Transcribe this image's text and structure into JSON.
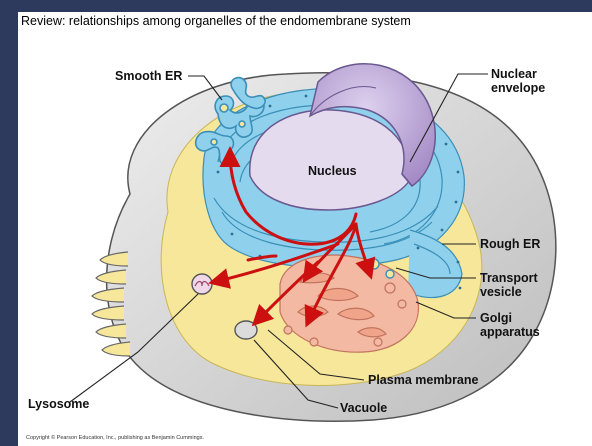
{
  "slide": {
    "title": "Review: relationships among organelles of the endomembrane system",
    "copyright": "Copyright © Pearson Education, Inc., publishing as Benjamin Cummings."
  },
  "labels": {
    "smooth_er": "Smooth ER",
    "nuclear_envelope_1": "Nuclear",
    "nuclear_envelope_2": "envelope",
    "nucleus": "Nucleus",
    "rough_er": "Rough ER",
    "transport_vesicle_1": "Transport",
    "transport_vesicle_2": "vesicle",
    "golgi_1": "Golgi",
    "golgi_2": "apparatus",
    "plasma_membrane": "Plasma membrane",
    "lysosome": "Lysosome",
    "vacuole": "Vacuole"
  },
  "colors": {
    "frame": "#2d3a5e",
    "cytoplasm": "#f6e79a",
    "cell_outer": "#d8d8d8",
    "er": "#8fd0ec",
    "er_stroke": "#3a8fb8",
    "nucleus": "#c9b6dd",
    "nucleus_dark": "#a58cc6",
    "golgi": "#f4b9a2",
    "arrow": "#cc1010"
  }
}
